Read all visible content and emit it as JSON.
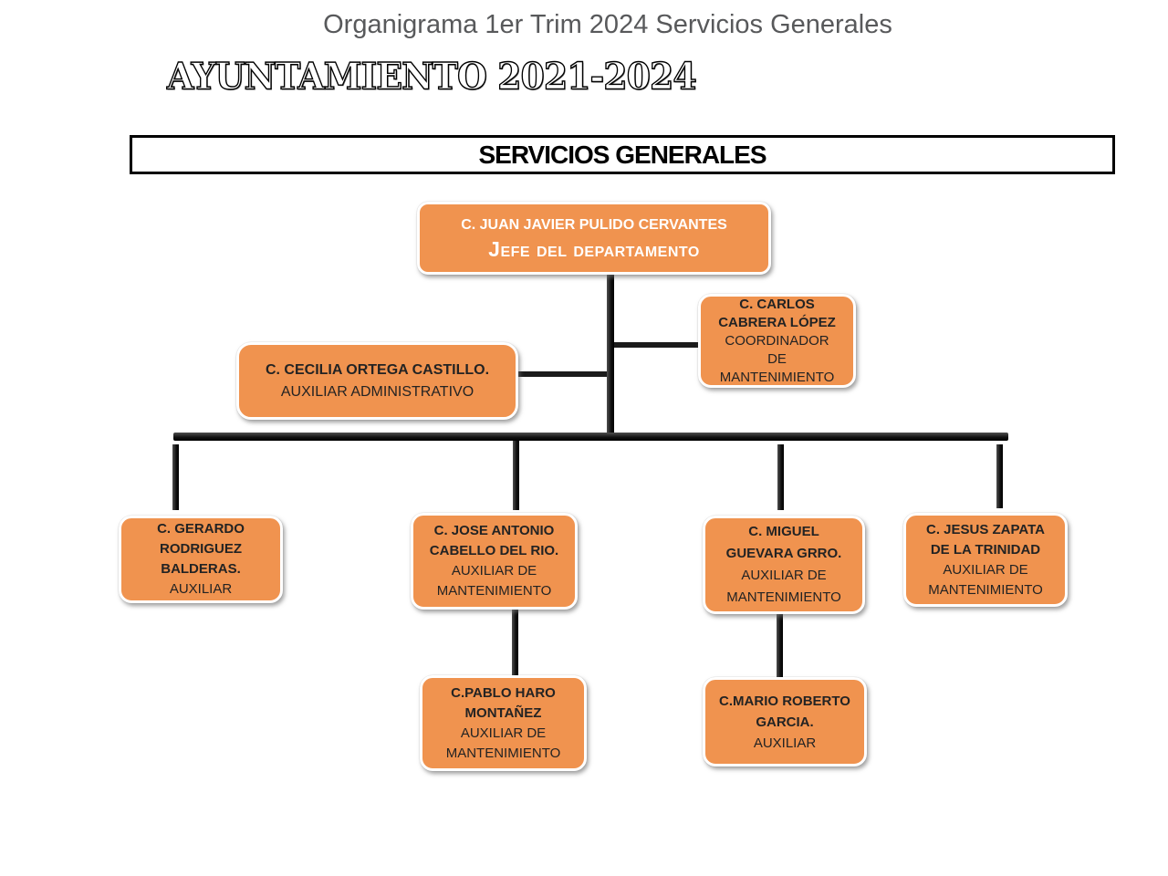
{
  "header": {
    "title": "Organigrama 1er Trim 2024 Servicios Generales",
    "subtitle": "AYUNTAMIENTO 2021-2024"
  },
  "banner": {
    "label": "SERVICIOS GENERALES"
  },
  "nodes": {
    "jefe": {
      "name": "C. JUAN JAVIER PULIDO CERVANTES",
      "role": "Jefe del departamento"
    },
    "coordinador": {
      "name": "C. CARLOS CABRERA LÓPEZ",
      "role": "COORDINADOR DE MANTENIMIENTO",
      "name_lines": [
        "C. CARLOS",
        "CABRERA LÓPEZ"
      ],
      "role_lines": [
        "COORDINADOR",
        "DE",
        "MANTENIMIENTO"
      ]
    },
    "aux_administrativo": {
      "name": "C. CECILIA ORTEGA CASTILLO.",
      "role": "AUXILIAR ADMINISTRATIVO"
    },
    "aux1": {
      "name": "C. GERARDO RODRIGUEZ BALDERAS.",
      "role": "AUXILIAR",
      "name_lines": [
        "C. GERARDO",
        "RODRIGUEZ",
        "BALDERAS."
      ]
    },
    "aux2": {
      "name": "C. JOSE ANTONIO CABELLO DEL RIO.",
      "role": "AUXILIAR DE MANTENIMIENTO",
      "name_lines": [
        "C. JOSE ANTONIO",
        "CABELLO DEL RIO."
      ],
      "role_lines": [
        "AUXILIAR DE",
        "MANTENIMIENTO"
      ]
    },
    "aux3": {
      "name": "C. MIGUEL GUEVARA GRRO.",
      "role": "AUXILIAR DE MANTENIMIENTO",
      "name_lines": [
        "C. MIGUEL",
        "GUEVARA GRRO."
      ],
      "role_lines": [
        "AUXILIAR DE",
        "MANTENIMIENTO"
      ]
    },
    "aux4": {
      "name": "C. JESUS ZAPATA DE LA TRINIDAD",
      "role": "AUXILIAR DE MANTENIMIENTO",
      "name_lines": [
        "C. JESUS ZAPATA",
        "DE LA TRINIDAD"
      ],
      "role_lines": [
        "AUXILIAR DE",
        "MANTENIMIENTO"
      ]
    },
    "sub1": {
      "name": "C.PABLO HARO MONTAÑEZ",
      "role": "AUXILIAR DE MANTENIMIENTO",
      "name_lines": [
        "C.PABLO HARO",
        "MONTAÑEZ"
      ],
      "role_lines": [
        "AUXILIAR DE",
        "MANTENIMIENTO"
      ]
    },
    "sub2": {
      "name": "C.MARIO ROBERTO GARCIA.",
      "role": "AUXILIAR",
      "name_lines": [
        "C.MARIO ROBERTO",
        "GARCIA."
      ]
    }
  },
  "colors": {
    "node_fill": "#F0934F",
    "node_border": "#FFFFFF",
    "node_text_dark": "#232323",
    "node_text_light": "#FFFFFF",
    "connector": "#1B1B1B",
    "title_gray": "#58595B",
    "banner_border": "#000000"
  }
}
